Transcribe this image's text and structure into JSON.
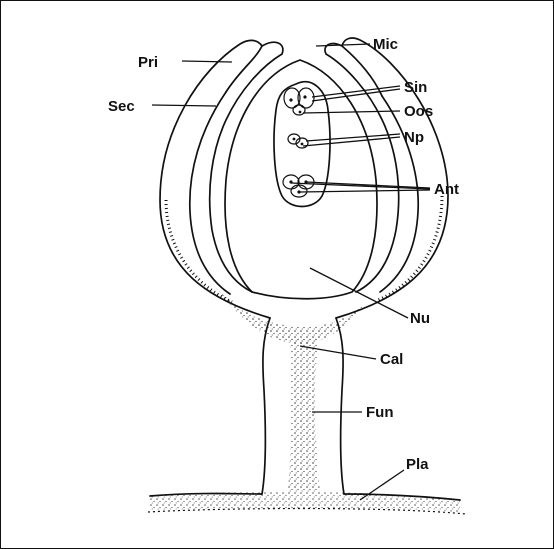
{
  "labels": {
    "pri": "Pri",
    "sec": "Sec",
    "mic": "Mic",
    "sin": "Sin",
    "oos": "Oos",
    "np": "Np",
    "ant": "Ant",
    "nu": "Nu",
    "cal": "Cal",
    "fun": "Fun",
    "pla": "Pla"
  },
  "colors": {
    "ink": "#111111",
    "background": "#ffffff"
  }
}
